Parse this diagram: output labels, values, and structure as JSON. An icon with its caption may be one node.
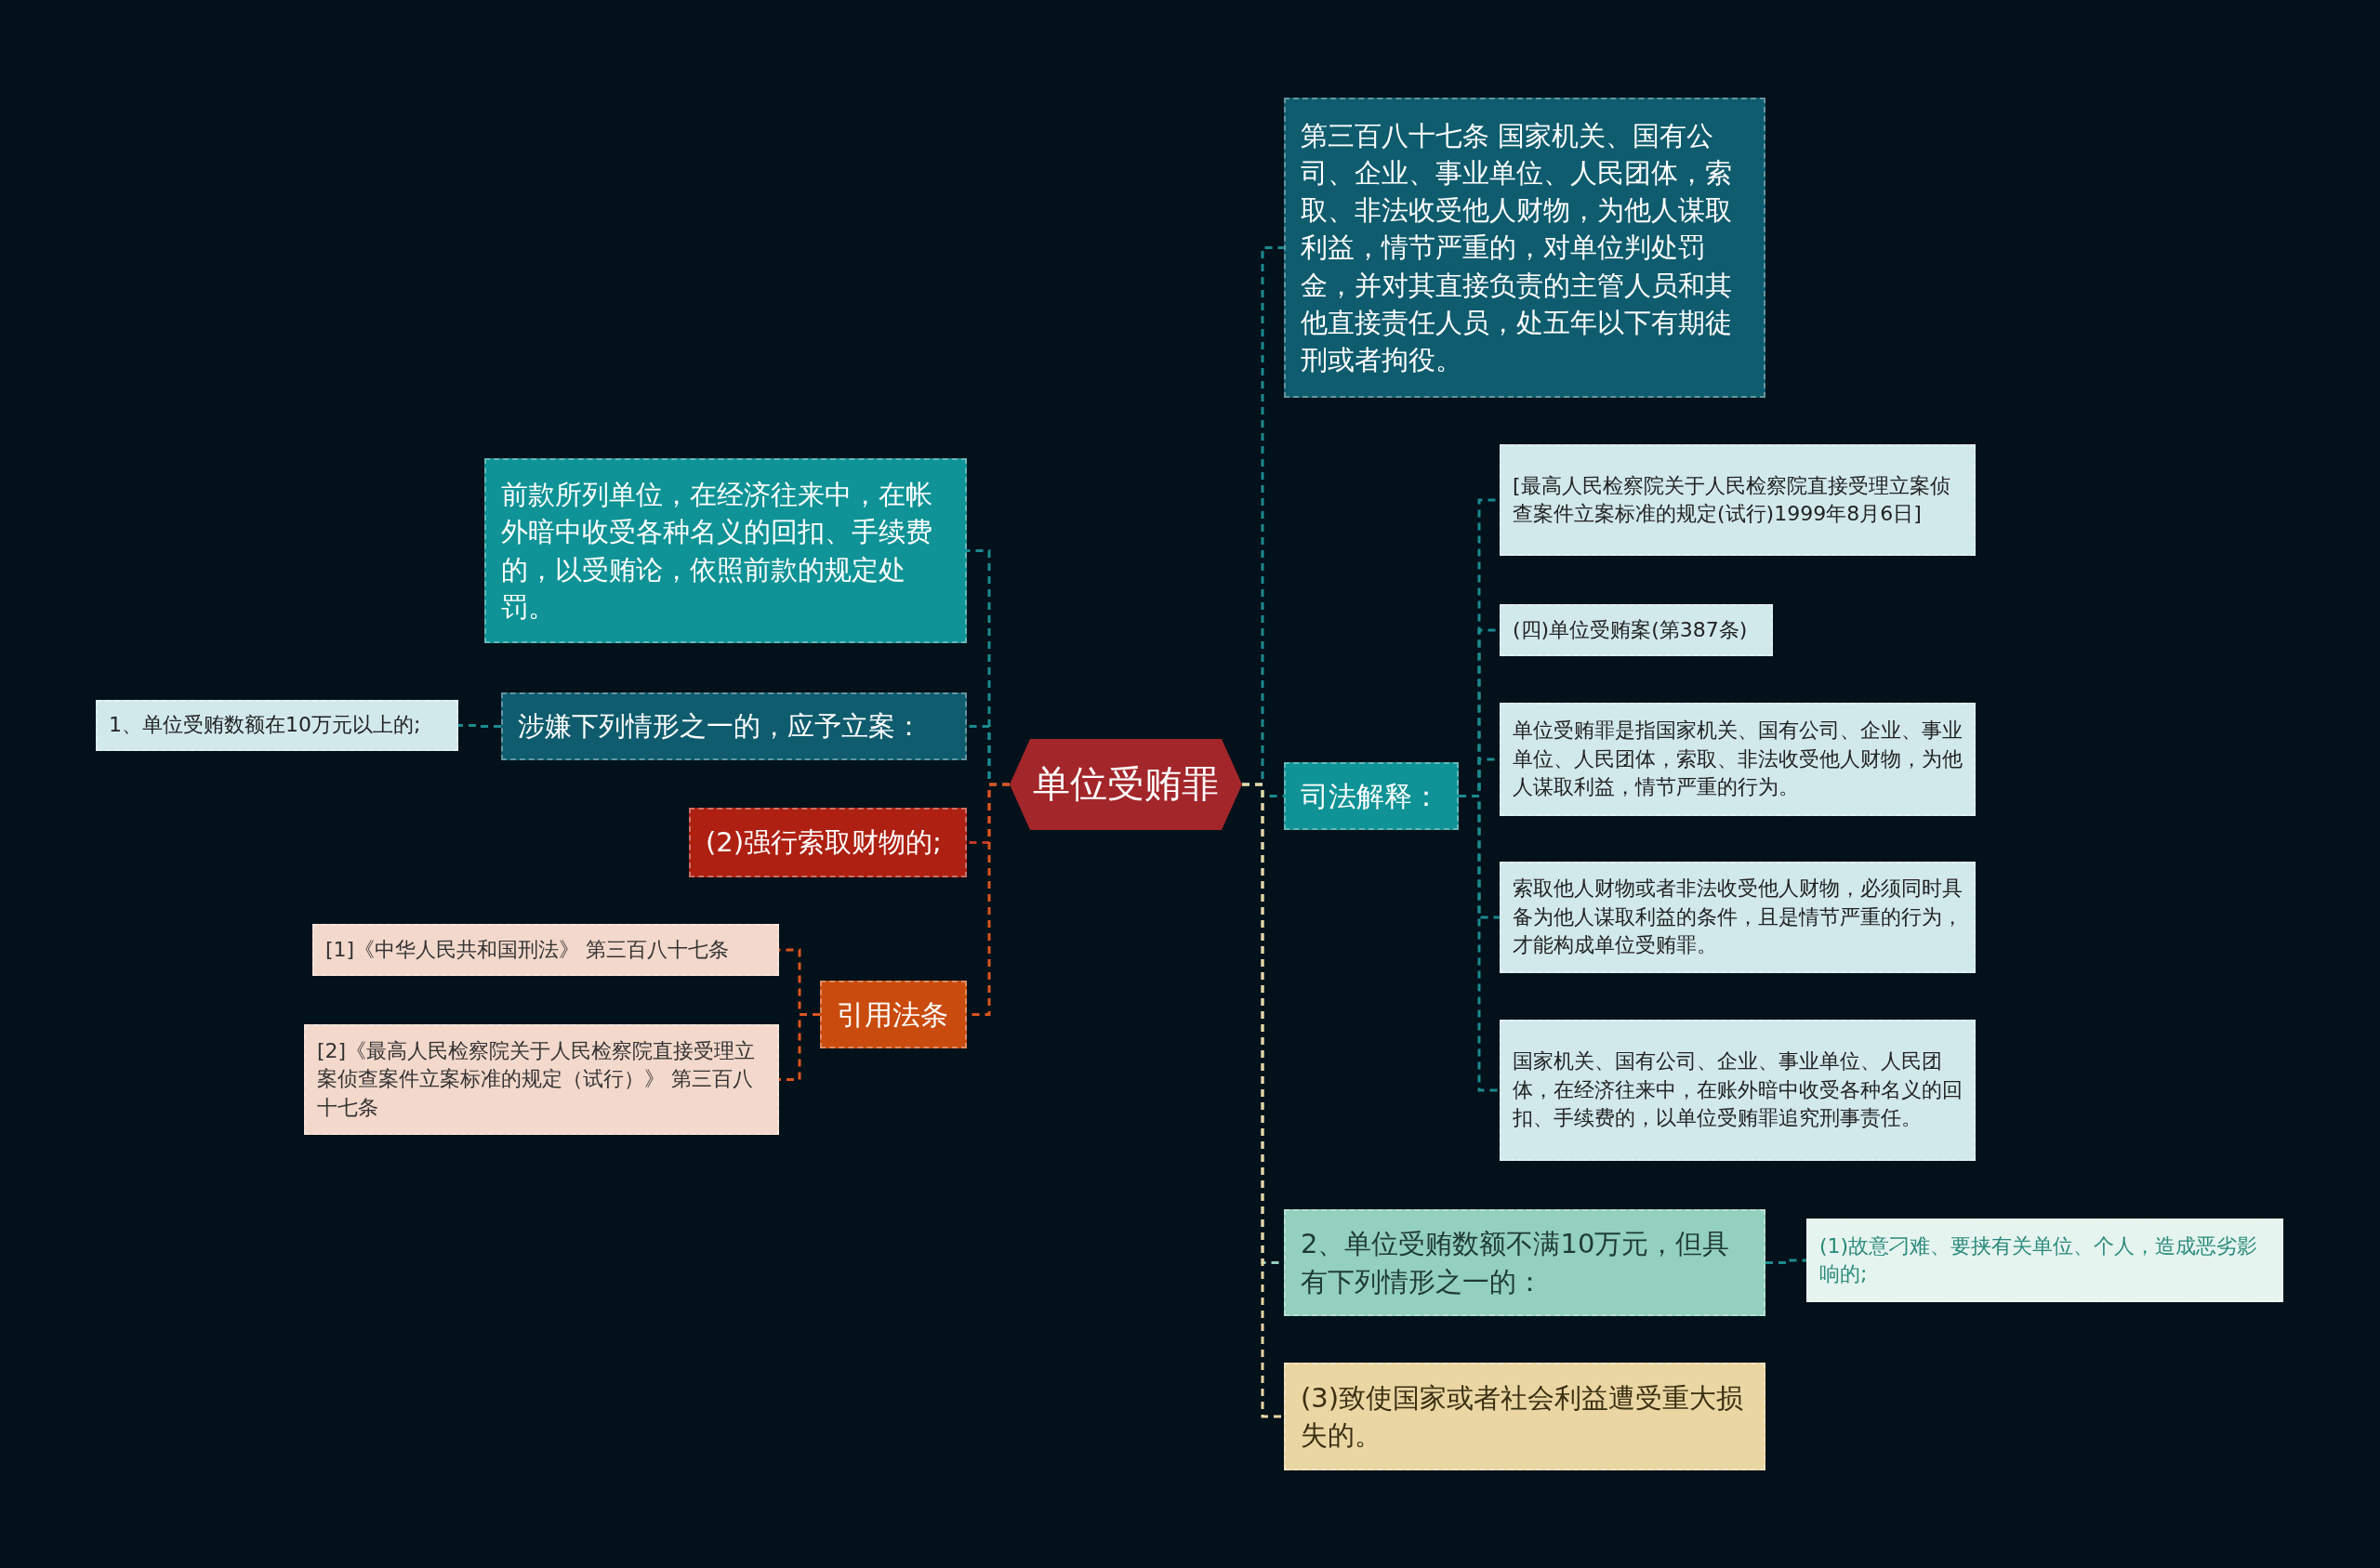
{
  "diagram": {
    "nodes": [
      {
        "text": [
          "单位受贿罪"
        ]
      },
      {
        "text": [
          "第三百八十七条 国家机关、国有公司、企业、事业单位、人民团体，索取、非法收受他人财物，为他人谋取利益，情节严重的，对单位判处罚金，并对其直接负责的主管人员和其他直接责任人员，处五年以下有期徒刑或者拘役。"
        ]
      },
      {
        "text": [
          "司法解释："
        ]
      },
      {
        "text": [
          "[最高人民检察院关于人民检察院直接受理立案侦查案件立案标准的规定(试行)1999年8月6日]"
        ]
      },
      {
        "text": [
          "(四)单位受贿案(第387条)"
        ]
      },
      {
        "text": [
          "单位受贿罪是指国家机关、国有公司、企业、事业单位、人民团体，索取、非法收受他人财物，为他人谋取利益，情节严重的行为。"
        ]
      },
      {
        "text": [
          "索取他人财物或者非法收受他人财物，必须同时具备为他人谋取利益的条件，且是情节严重的行为，才能构成单位受贿罪。"
        ]
      },
      {
        "text": [
          "国家机关、国有公司、企业、事业单位、人民团体，在经济往来中，在账外暗中收受各种名义的回扣、手续费的，以单位受贿罪追究刑事责任。"
        ]
      },
      {
        "text": [
          "2、单位受贿数额不满10万元，但具有下列情形之一的："
        ]
      },
      {
        "text": [
          "(1)故意刁难、要挟有关单位、个人，造成恶劣影响的;"
        ]
      },
      {
        "text": [
          "(3)致使国家或者社会利益遭受重大损失的。"
        ]
      },
      {
        "text": [
          "前款所列单位，在经济往来中，在帐外暗中收受各种名义的回扣、手续费的，以受贿论，依照前款的规定处罚。"
        ]
      },
      {
        "text": [
          "涉嫌下列情形之一的，应予立案："
        ]
      },
      {
        "text": [
          "1、单位受贿数额在10万元以上的;"
        ]
      },
      {
        "text": [
          "(2)强行索取财物的;"
        ]
      },
      {
        "text": [
          "引用法条"
        ]
      },
      {
        "text": [
          "[1]《中华人民共和国刑法》 第三百八十七条"
        ]
      },
      {
        "text": [
          "[2]《最高人民检察院关于人民检察院直接受理立案侦查案件立案标准的规定（试行）》 第三百八十七条"
        ]
      }
    ],
    "edges": [
      {
        "from": 0,
        "to": 1,
        "arrow": "none"
      },
      {
        "from": 0,
        "to": 2,
        "arrow": "none"
      },
      {
        "from": 2,
        "to": 3,
        "arrow": "none"
      },
      {
        "from": 2,
        "to": 4,
        "arrow": "none"
      },
      {
        "from": 2,
        "to": 5,
        "arrow": "none"
      },
      {
        "from": 2,
        "to": 6,
        "arrow": "none"
      },
      {
        "from": 2,
        "to": 7,
        "arrow": "none"
      },
      {
        "from": 0,
        "to": 8,
        "arrow": "none",
        "color": "#93d0bd"
      },
      {
        "from": 8,
        "to": 9,
        "arrow": "none"
      },
      {
        "from": 0,
        "to": 10,
        "arrow": "none",
        "color": "#e9d6a3"
      },
      {
        "from": 0,
        "to": 11,
        "arrow": "none"
      },
      {
        "from": 0,
        "to": 12,
        "arrow": "none"
      },
      {
        "from": 12,
        "to": 13,
        "arrow": "none"
      },
      {
        "from": 0,
        "to": 14,
        "arrow": "none",
        "color": "#c0392b"
      },
      {
        "from": 0,
        "to": 15,
        "arrow": "none",
        "color": "#d9541e"
      },
      {
        "from": 15,
        "to": 16,
        "arrow": "none",
        "color": "#d9541e"
      },
      {
        "from": 15,
        "to": 17,
        "arrow": "none",
        "color": "#d9541e"
      }
    ]
  }
}
